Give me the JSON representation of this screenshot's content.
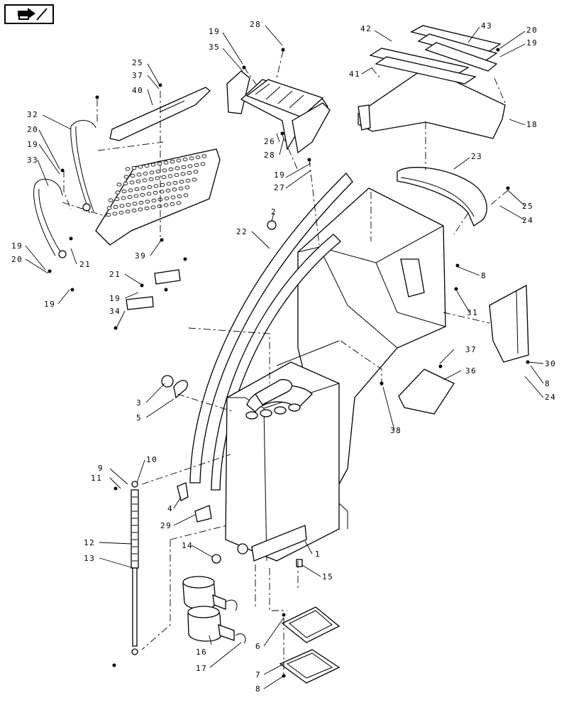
{
  "nav": {
    "icon": "forward-arrow-icon"
  },
  "callouts": [
    {
      "id": "c42",
      "text": "42"
    },
    {
      "id": "c43",
      "text": "43"
    },
    {
      "id": "c20a",
      "text": "20"
    },
    {
      "id": "c19a",
      "text": "19"
    },
    {
      "id": "c41",
      "text": "41"
    },
    {
      "id": "c18",
      "text": "18"
    },
    {
      "id": "c28a",
      "text": "28"
    },
    {
      "id": "c19b",
      "text": "19"
    },
    {
      "id": "c35",
      "text": "35"
    },
    {
      "id": "c26",
      "text": "26"
    },
    {
      "id": "c28b",
      "text": "28"
    },
    {
      "id": "c19c",
      "text": "19"
    },
    {
      "id": "c27",
      "text": "27"
    },
    {
      "id": "c25a",
      "text": "25"
    },
    {
      "id": "c37a",
      "text": "37"
    },
    {
      "id": "c40",
      "text": "40"
    },
    {
      "id": "c32",
      "text": "32"
    },
    {
      "id": "c20b",
      "text": "20"
    },
    {
      "id": "c19d",
      "text": "19"
    },
    {
      "id": "c33",
      "text": "33"
    },
    {
      "id": "c19e",
      "text": "19"
    },
    {
      "id": "c20c",
      "text": "20"
    },
    {
      "id": "c21a",
      "text": "21"
    },
    {
      "id": "c19f",
      "text": "19"
    },
    {
      "id": "c39",
      "text": "39"
    },
    {
      "id": "c21b",
      "text": "21"
    },
    {
      "id": "c19g",
      "text": "19"
    },
    {
      "id": "c34",
      "text": "34"
    },
    {
      "id": "c23",
      "text": "23"
    },
    {
      "id": "c25b",
      "text": "25"
    },
    {
      "id": "c24a",
      "text": "24"
    },
    {
      "id": "c2",
      "text": "2"
    },
    {
      "id": "c22",
      "text": "22"
    },
    {
      "id": "c8a",
      "text": "8"
    },
    {
      "id": "c31",
      "text": "31"
    },
    {
      "id": "c37b",
      "text": "37"
    },
    {
      "id": "c36",
      "text": "36"
    },
    {
      "id": "c30",
      "text": "30"
    },
    {
      "id": "c8b",
      "text": "8"
    },
    {
      "id": "c24b",
      "text": "24"
    },
    {
      "id": "c38",
      "text": "38"
    },
    {
      "id": "c3",
      "text": "3"
    },
    {
      "id": "c5",
      "text": "5"
    },
    {
      "id": "c10",
      "text": "10"
    },
    {
      "id": "c9",
      "text": "9"
    },
    {
      "id": "c11",
      "text": "11"
    },
    {
      "id": "c4",
      "text": "4"
    },
    {
      "id": "c29",
      "text": "29"
    },
    {
      "id": "c1",
      "text": "1"
    },
    {
      "id": "c14",
      "text": "14"
    },
    {
      "id": "c15",
      "text": "15"
    },
    {
      "id": "c12",
      "text": "12"
    },
    {
      "id": "c13",
      "text": "13"
    },
    {
      "id": "c16",
      "text": "16"
    },
    {
      "id": "c17",
      "text": "17"
    },
    {
      "id": "c6",
      "text": "6"
    },
    {
      "id": "c7",
      "text": "7"
    },
    {
      "id": "c8c",
      "text": "8"
    }
  ]
}
